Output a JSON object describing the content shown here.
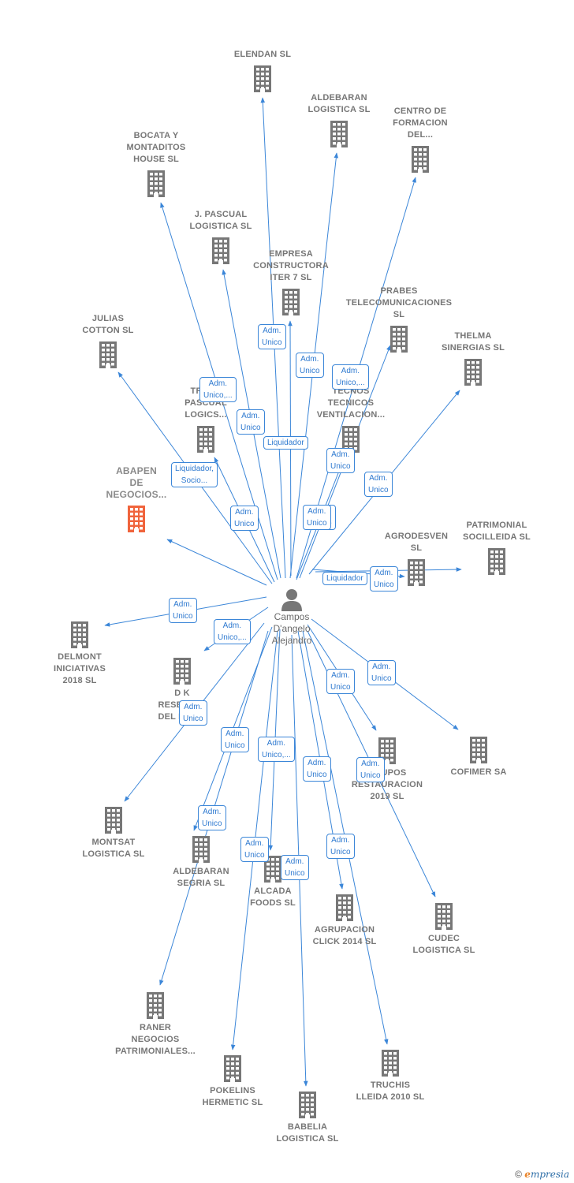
{
  "center": {
    "name": "Campos\nD'angelo\nAlejandro"
  },
  "colors": {
    "edge": "#3b86d8",
    "node": "#777777",
    "focus": "#f0643c",
    "person": "#777777"
  },
  "nodes": [
    {
      "id": "elendan",
      "label": "ELENDAN SL"
    },
    {
      "id": "aldebaran_log",
      "label": "ALDEBARAN\nLOGISTICA SL"
    },
    {
      "id": "centro",
      "label": "CENTRO DE\nFORMACION\nDEL..."
    },
    {
      "id": "bocata",
      "label": "BOCATA Y\nMONTADITOS\nHOUSE  SL"
    },
    {
      "id": "pascual",
      "label": "J.  PASCUAL\nLOGISTICA SL"
    },
    {
      "id": "empresa",
      "label": "EMPRESA\nCONSTRUCTORA\nITER 7  SL"
    },
    {
      "id": "prabes",
      "label": "PRABES\nTELECOMUNICACIONES SL"
    },
    {
      "id": "julias",
      "label": "JULIAS\nCOTTON  SL"
    },
    {
      "id": "thelma",
      "label": "THELMA\nSINERGIAS  SL"
    },
    {
      "id": "trans",
      "label": "TRANS\nPASCUAL\nLOGICS..."
    },
    {
      "id": "tecnos",
      "label": "TECNOS\nTECNICOS\nVENTILACION..."
    },
    {
      "id": "abapen",
      "label": "ABAPEN\nDE\nNEGOCIOS...",
      "focus": true
    },
    {
      "id": "agrodesven",
      "label": "AGRODESVEN\nSL"
    },
    {
      "id": "patrimonial",
      "label": "PATRIMONIAL\nSOCILLEIDA SL"
    },
    {
      "id": "delmont",
      "label": "DELMONT\nINICIATIVAS\n2018  SL"
    },
    {
      "id": "dk",
      "label": "D K\nRESERVAS\nDEL MAR..."
    },
    {
      "id": "cofimer",
      "label": "COFIMER SA"
    },
    {
      "id": "grupos",
      "label": "GRUPOS\nRESTAURACION\n2019  SL"
    },
    {
      "id": "montsat",
      "label": "MONTSAT\nLOGISTICA SL"
    },
    {
      "id": "aldebaran_seg",
      "label": "ALDEBARAN\nSEGRIA  SL"
    },
    {
      "id": "alcada",
      "label": "ALCADA\nFOODS  SL"
    },
    {
      "id": "agrupacion",
      "label": "AGRUPACION\nCLICK 2014  SL"
    },
    {
      "id": "cudec",
      "label": "CUDEC\nLOGISTICA  SL"
    },
    {
      "id": "raner",
      "label": "RANER\nNEGOCIOS\nPATRIMONIALES..."
    },
    {
      "id": "pokelins",
      "label": "POKELINS\nHERMETIC  SL"
    },
    {
      "id": "truchis",
      "label": "TRUCHIS\nLLEIDA 2010 SL"
    },
    {
      "id": "babelia",
      "label": "BABELIA\nLOGISTICA SL"
    }
  ],
  "roles": [
    "Adm.\nUnico",
    "Adm.\nUnico",
    "Adm.\nUnico,...",
    "Adm.\nUnico,...",
    "Adm.\nUnico",
    "Liquidador",
    "Adm.\nUnico",
    "Liquidador,\nSocio...",
    "Adm.\nUnico",
    "Adm.\nUnico",
    "Adm.\nUnico",
    "Adm.\nUnico",
    "Liquidador",
    "Adm.\nUnico",
    "Adm.\nUnico",
    "Adm.\nUnico,...",
    "Adm.\nUnico",
    "Adm.\nUnico",
    "Adm.\nUnico",
    "Adm.\nUnico",
    "Adm.\nUnico,...",
    "Adm.\nUnico",
    "Adm.\nUnico",
    "Adm.\nUnico",
    "Adm.\nUnico",
    "Adm.\nUnico",
    "Adm.\nUnico"
  ],
  "credit": {
    "symbol": "©",
    "brand_initial": "e",
    "brand_rest": "mpresia"
  }
}
